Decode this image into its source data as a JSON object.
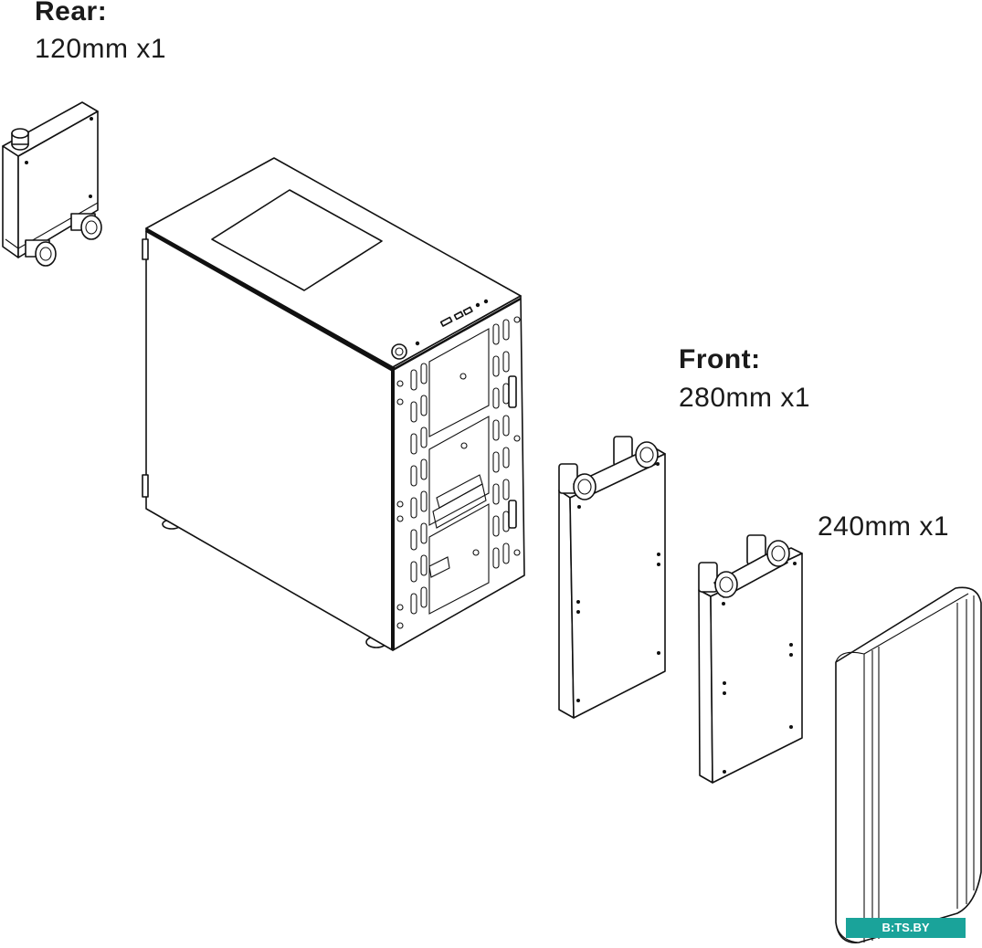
{
  "rear": {
    "title": "Rear:",
    "size": "120mm x1"
  },
  "front": {
    "title": "Front:",
    "size": "280mm x1"
  },
  "front_alt": {
    "size": "240mm x1"
  },
  "watermark": "B:TS.BY",
  "colors": {
    "line": "#111111",
    "background": "#ffffff",
    "watermark_bg": "#1aa39a"
  }
}
